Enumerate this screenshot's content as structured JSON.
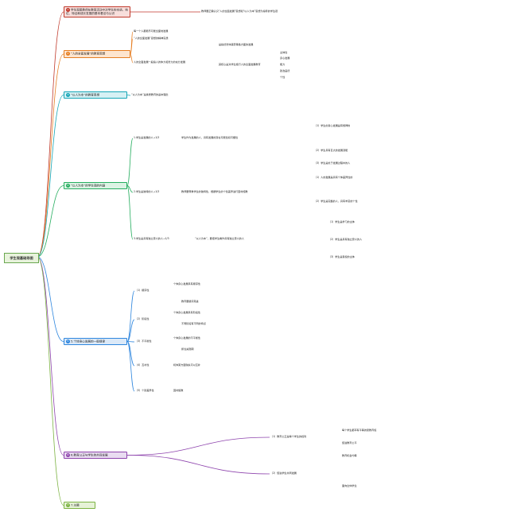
{
  "root": "学生观基础导图",
  "branches": [
    {
      "num": "1",
      "label": "学生观是教师在教育活动中对学生的本质、地位、特征和成长发展的基本看法与认识",
      "color": "#c0392b",
      "fill": "#f8dedb",
      "children": [
        "教师要正确认识“人的全面发展”思想和“以人为本”思想为指导的学生观"
      ]
    },
    {
      "num": "2",
      "label": "“人的全面发展”的教育思想",
      "color": "#e67e22",
      "fill": "#fde5cf",
      "children": [
        "每一个人都能尽可能全面地发展",
        "“人的全面发展”思想的精神实质",
        "人的全面发展一般指人的体力和智力的充分发展"
      ],
      "sub": [
        "是指德智体美劳等各方面的发展",
        "其核心是对学生施行人的全面发展教育",
        "主体性",
        "身心发展",
        "能力",
        "政治品德",
        "个性"
      ]
    },
    {
      "num": "3",
      "label": "“以人为本”的教育思想",
      "color": "#16a6b6",
      "fill": "#d6f1f4",
      "children": [
        "“以人为本”是素质教育的基本理念"
      ]
    },
    {
      "num": "4",
      "label": "“以人为本”的学生观的内涵",
      "color": "#27ae60",
      "fill": "#dcf3e4",
      "children": [
        "1.学生是发展的人→1/3",
        "2.学生是独特的人→1/3",
        "3.学生是具有独立意义的人→1/3"
      ],
      "sub": [
        "学生作为发展的人，具有发展的潜在可能性和可塑性",
        "（1）学生的身心发展是有规律的",
        "（2）学生具有巨大的发展潜能",
        "（3）学生是处于发展过程中的人",
        "教师要尊重学生的独特性，根据学生的个性差异进行因材施教",
        "（1）人的发展是具有个体差异性的",
        "（2）学生是完整的人，具有丰富的个性",
        "“以人为本”，要把学生看作具有独立意义的人",
        "（1）学生是学习的主体",
        "（2）学生是具有独立意义的人",
        "（3）学生是责权的主体"
      ]
    },
    {
      "num": "5",
      "label": "5.个体身心发展的一般规律",
      "color": "#2e86de",
      "fill": "#dbe9f8",
      "children": [
        "（1）顺序性",
        "（2）阶段性",
        "（3）不平衡性",
        "（4）互补性",
        "（5）个别差异性"
      ],
      "sub": [
        "个体身心发展具有顺序性",
        "教育要循序渐进",
        "个体身心发展具有阶段性",
        "不同阶段有不同的特点",
        "个体身心发展的不平衡性",
        "抓住关键期",
        "机体某方面缺失可以互补",
        "因材施教"
      ]
    },
    {
      "num": "6",
      "label": "6.教育公正与学生的共同发展",
      "color": "#8e44ad",
      "fill": "#e9dcf1",
      "children": [
        "（1）教育公正是每个学生的权利",
        "（2）促进学生共同发展"
      ],
      "sub": [
        "每个学生都享有平等的受教育权",
        "促进教育公平",
        "教育机会均等",
        "面向全体学生"
      ]
    },
    {
      "num": "7",
      "label": "7.主题",
      "color": "#7cb342",
      "fill": "#e6f2d7",
      "children": []
    }
  ]
}
